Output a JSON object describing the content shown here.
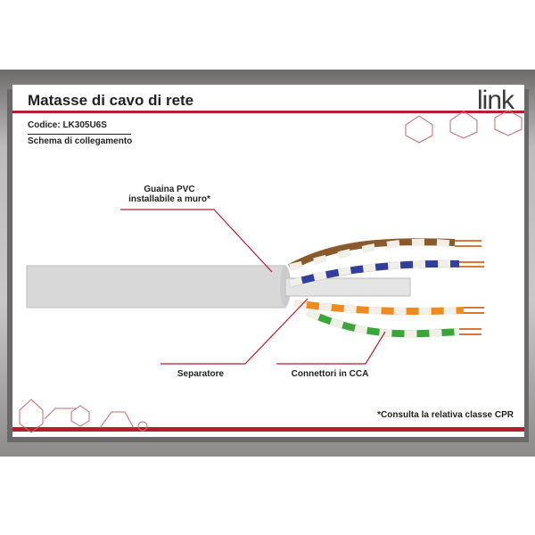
{
  "header": {
    "title": "Matasse di cavo di rete",
    "logo": "link",
    "code": "Codice: LK305U6S",
    "subtitle": "Schema di collegamento"
  },
  "labels": {
    "sheath_line1": "Guaina PVC",
    "sheath_line2": "installabile a muro*",
    "separator": "Separatore",
    "conductors": "Connettori in CCA"
  },
  "footer": {
    "note": "*Consulta la relativa classe CPR"
  },
  "colors": {
    "accent": "#b81d2b",
    "cable": "#d8d8d8",
    "pair_brown": "#8a5a2b",
    "pair_blue": "#2f3f9a",
    "pair_orange": "#f08a1c",
    "pair_green": "#3aa63a",
    "copper": "#d9763a"
  }
}
